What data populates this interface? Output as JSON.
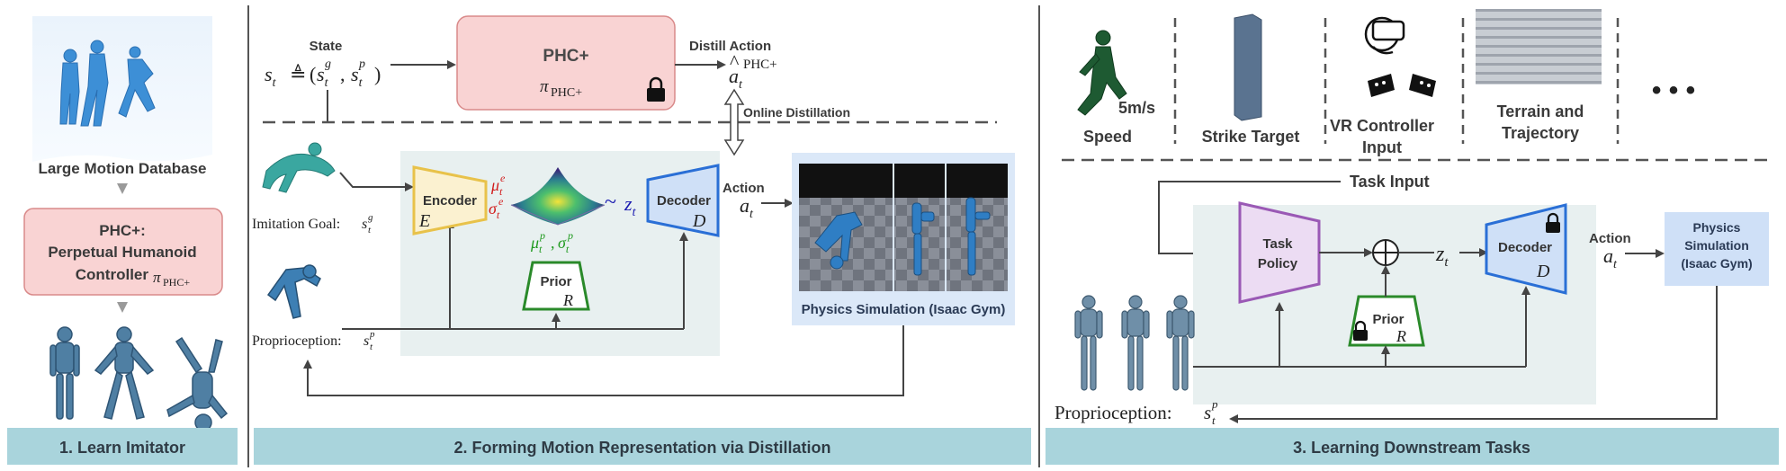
{
  "panel1": {
    "database_label": "Large Motion Database",
    "phc_box": {
      "line1": "PHC+:",
      "line2": "Perpetual Humanoid",
      "line3": "Controller",
      "subscript": "PHC+"
    },
    "footer": "1.  Learn Imitator"
  },
  "panel2": {
    "state_label": "State",
    "phc_title": "PHC+",
    "phc_subscript": "PHC+",
    "distill_action_label": "Distill Action",
    "action_hat_superscript": "PHC+",
    "online_distillation_label": "Online Distillation",
    "imitation_goal_label": "Imitation Goal:",
    "proprioception_label": "Proprioception:",
    "encoder_label": "Encoder",
    "encoder_symbol": "E",
    "decoder_label": "Decoder",
    "decoder_symbol": "D",
    "prior_label": "Prior",
    "prior_symbol": "R",
    "action_label": "Action",
    "tilde": "~",
    "physics_sim_label": "Physics Simulation (Isaac Gym)",
    "footer": "2. Forming Motion Representation via Distillation"
  },
  "panel3": {
    "tasks": [
      {
        "label": "Speed",
        "extra": "5m/s"
      },
      {
        "label": "Strike Target"
      },
      {
        "label": "VR Controller",
        "label2": "Input"
      },
      {
        "label": "Terrain and",
        "label2": "Trajectory"
      },
      {
        "label": "• • •"
      }
    ],
    "task_input_label": "Task Input",
    "task_policy_line1": "Task",
    "task_policy_line2": "Policy",
    "prior_label": "Prior",
    "prior_symbol": "R",
    "decoder_label": "Decoder",
    "decoder_symbol": "D",
    "action_label": "Action",
    "physics_sim": {
      "line1": "Physics",
      "line2": "Simulation",
      "line3": "(Isaac Gym)"
    },
    "proprioception_label": "Proprioception:",
    "footer": "3. Learning Downstream Tasks"
  },
  "colors": {
    "footer_bg": "#a9d4dc",
    "pink_box": "#f9d3d3",
    "pink_border": "#d98a8a",
    "encoder_border": "#e8c24a",
    "encoder_fill": "#fbf1d0",
    "decoder_border": "#2a6fd6",
    "decoder_fill": "#cfe0f7",
    "prior_border": "#2a8a2a",
    "task_policy_border": "#9a59b5",
    "task_policy_fill": "#ecdcf3",
    "panel_bg": "#e8f0f0",
    "sim_bg": "#dbe8f8",
    "mu_sigma_e": "#d11a1a",
    "mu_sigma_p": "#1f9a1f",
    "z_color": "#1a1ab0"
  },
  "icons": [
    "lock-icon",
    "humanoid-icon",
    "surface-plot-icon",
    "vr-headset-icon",
    "oplus-icon"
  ]
}
